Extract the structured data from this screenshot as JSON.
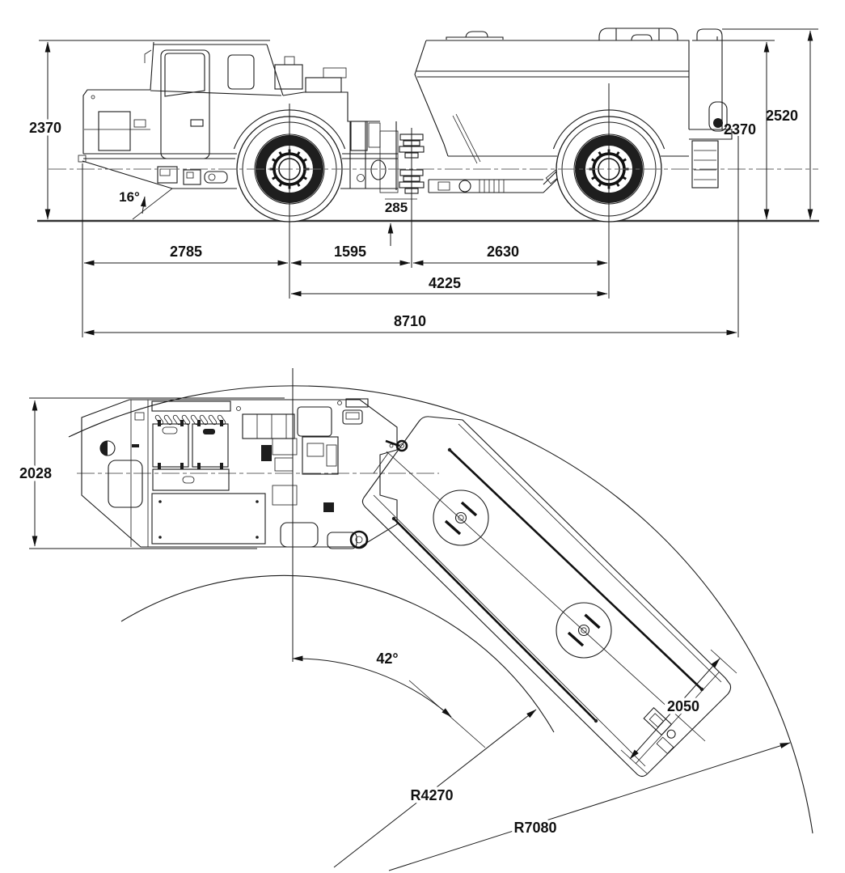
{
  "side_view": {
    "labels": {
      "height_cab": "2370",
      "height_rear_body": "2370",
      "height_overall": "2520",
      "approach_angle": "16°",
      "ground_clearance": "285",
      "front_to_axle": "2785",
      "axle_to_hitch": "1595",
      "hitch_to_rear_axle": "2630",
      "wheelbase": "4225",
      "overall_length": "8710"
    }
  },
  "plan_view": {
    "labels": {
      "overall_width": "2028",
      "articulation_angle": "42°",
      "box_width": "2050",
      "inner_turn_radius": "R4270",
      "outer_turn_radius": "R7080"
    }
  }
}
